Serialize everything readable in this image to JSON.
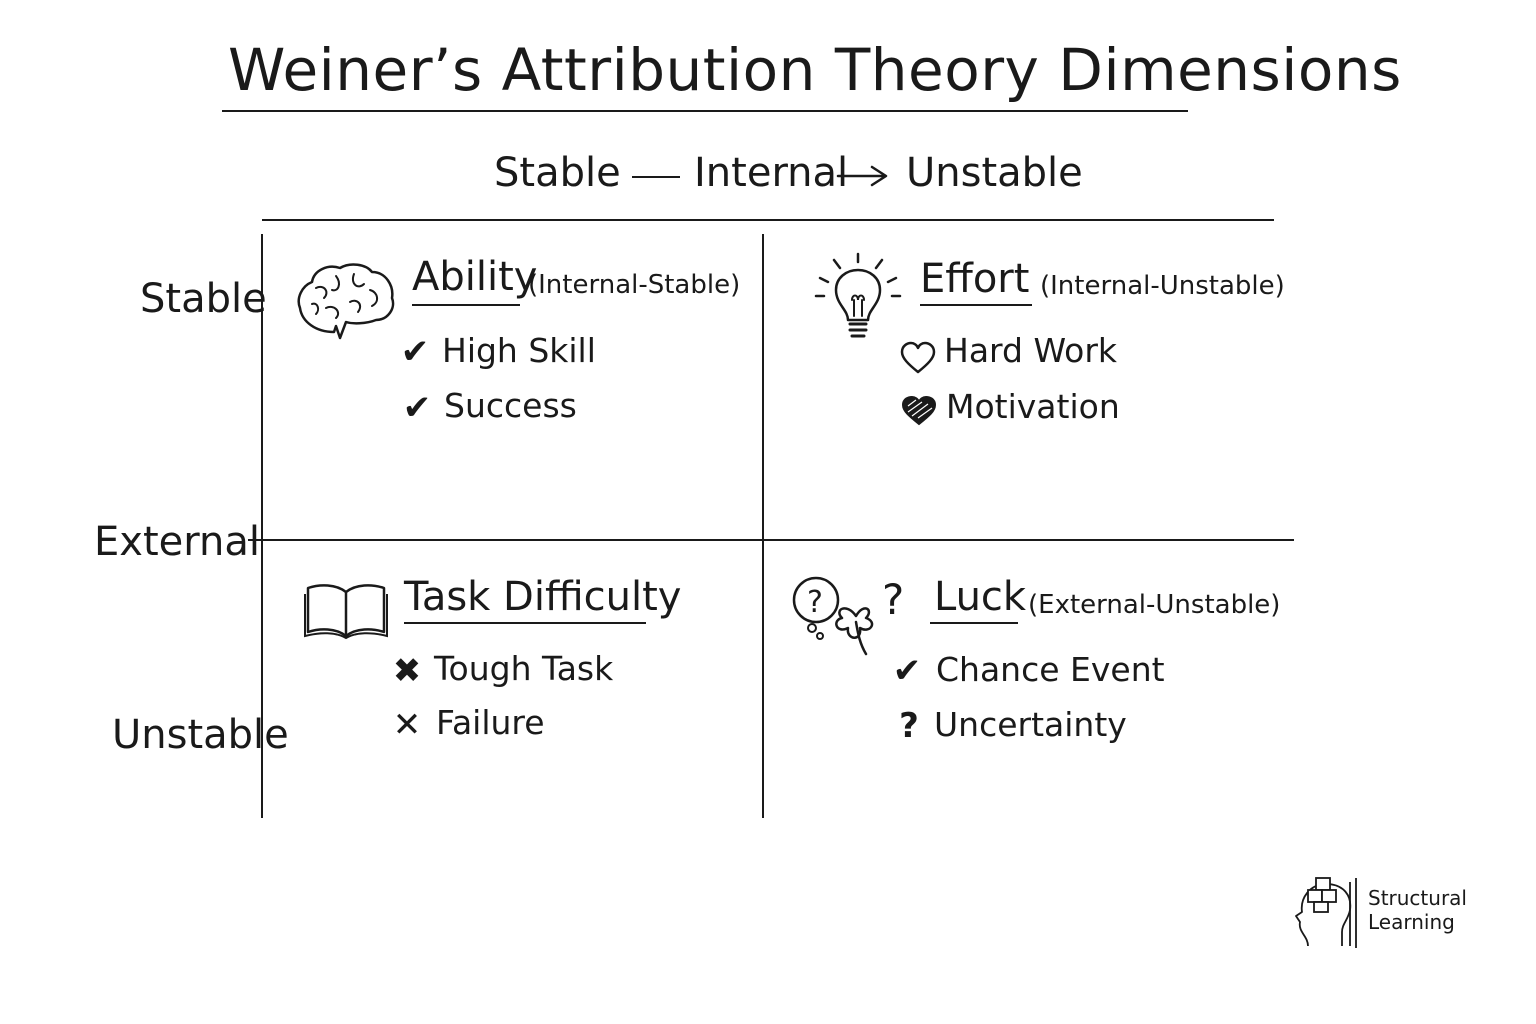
{
  "title": "Weiner’s Attribution Theory Dimensions",
  "top_axis": {
    "left": "Stable",
    "middle": "Internal",
    "right": "Unstable"
  },
  "side_axis": {
    "top": "Stable",
    "middle": "External",
    "bottom": "Unstable"
  },
  "quadrants": [
    {
      "title": "Ability",
      "subtitle": "(Internal-Stable)",
      "icon": "brain-icon",
      "items": [
        {
          "mark": "check",
          "label": "High Skill"
        },
        {
          "mark": "check",
          "label": "Success"
        }
      ]
    },
    {
      "title": "Effort",
      "subtitle": "(Internal-Unstable)",
      "icon": "lightbulb-icon",
      "items": [
        {
          "mark": "heart-outline",
          "label": "Hard Work"
        },
        {
          "mark": "heart-filled",
          "label": "Motivation"
        }
      ]
    },
    {
      "title": "Task Difficulty",
      "subtitle": "",
      "icon": "open-book-icon",
      "items": [
        {
          "mark": "cross",
          "label": "Tough Task"
        },
        {
          "mark": "cross",
          "label": "Failure"
        }
      ]
    },
    {
      "title": "Luck",
      "subtitle": "(External-Unstable)",
      "icon": "clover-question-icon",
      "items": [
        {
          "mark": "check",
          "label": "Chance Event"
        },
        {
          "mark": "question",
          "label": "Uncertainty"
        }
      ]
    }
  ],
  "logo": {
    "line1": "Structural",
    "line2": "Learning"
  }
}
